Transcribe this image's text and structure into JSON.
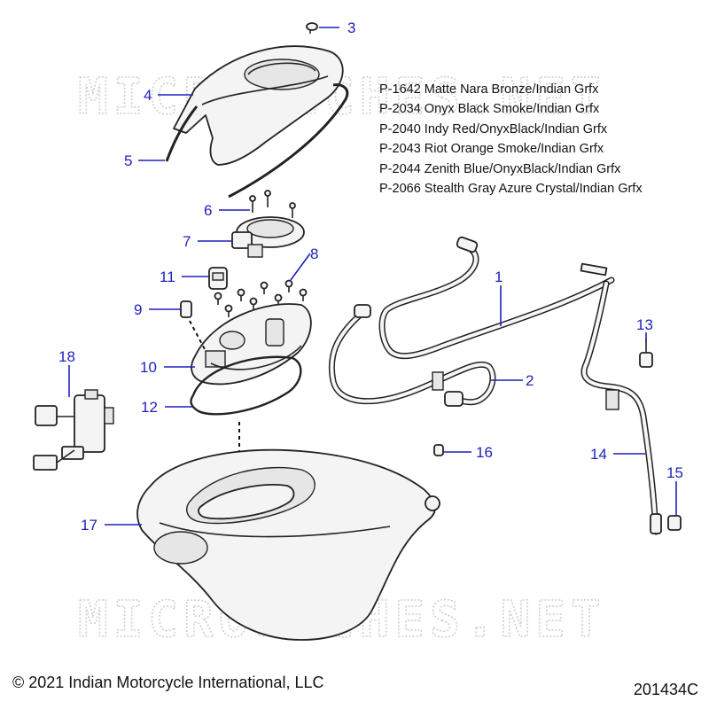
{
  "watermark": {
    "text": "MICROFICHES.NET"
  },
  "color_list": [
    "P-1642 Matte Nara Bronze/Indian Grfx",
    "P-2034 Onyx Black Smoke/Indian Grfx",
    "P-2040 Indy Red/OnyxBlack/Indian Grfx",
    "P-2043 Riot Orange Smoke/Indian Grfx",
    "P-2044 Zenith Blue/OnyxBlack/Indian Grfx",
    "P-2066 Stealth Gray Azure Crystal/Indian Grfx"
  ],
  "callouts": [
    "1",
    "2",
    "3",
    "4",
    "5",
    "6",
    "7",
    "8",
    "9",
    "10",
    "11",
    "12",
    "13",
    "14",
    "15",
    "16",
    "17",
    "18"
  ],
  "footer": {
    "copyright": "© 2021 Indian Motorcycle International, LLC",
    "drawing_number": "201434C"
  },
  "colors": {
    "callout": "#1f1fbf",
    "line": "#222222",
    "watermark": "#cfcfcf"
  }
}
